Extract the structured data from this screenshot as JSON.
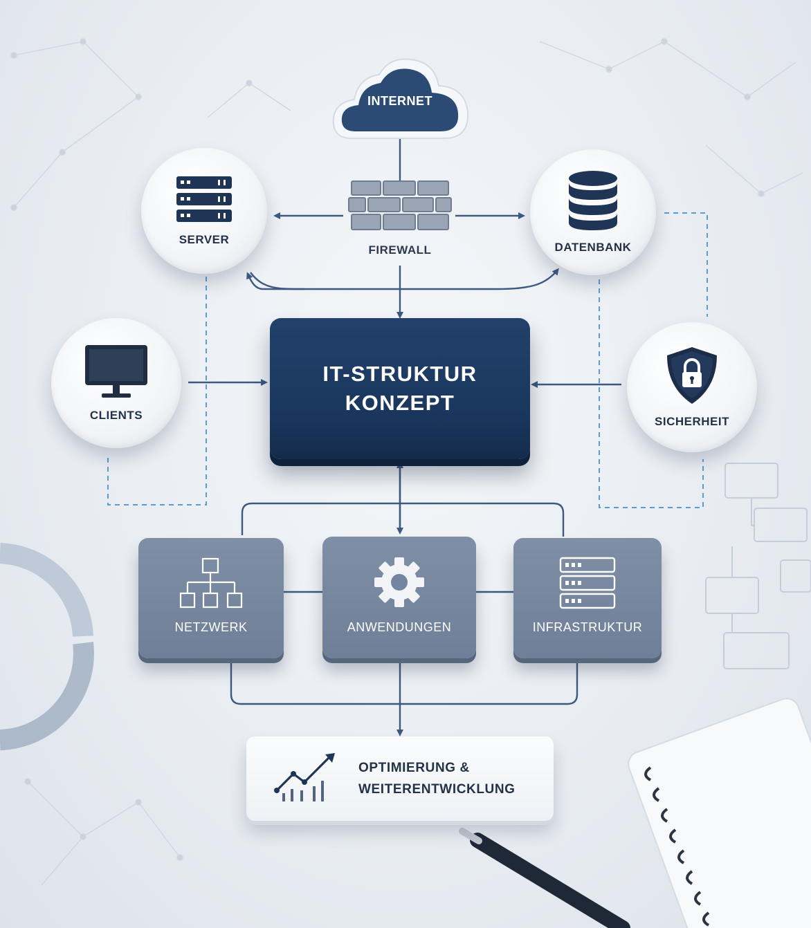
{
  "center": {
    "line1": "IT-STRUKTUR",
    "line2": "KONZEPT"
  },
  "internet": {
    "label": "INTERNET"
  },
  "firewall": {
    "label": "FIREWALL"
  },
  "server": {
    "label": "SERVER"
  },
  "datenbank": {
    "label": "DATENBANK"
  },
  "clients": {
    "label": "CLIENTS"
  },
  "sicherheit": {
    "label": "SICHERHEIT"
  },
  "netzwerk": {
    "label": "NETZWERK"
  },
  "anwendungen": {
    "label": "ANWENDUNGEN"
  },
  "infrastruktur": {
    "label": "INFRASTRUKTUR"
  },
  "optimierung": {
    "line1": "OPTIMIERUNG &",
    "line2": "WEITERENTWICKLUNG"
  },
  "colors": {
    "navy": "#1a365d",
    "slate": "#7385a0",
    "connector": "#3c5a80",
    "dashed": "#5b9bd5",
    "background": "#eef1f5"
  },
  "icons": [
    "cloud-icon",
    "firewall-icon",
    "server-rack-icon",
    "database-icon",
    "monitor-icon",
    "shield-lock-icon",
    "network-tree-icon",
    "gear-icon",
    "growth-chart-icon"
  ]
}
